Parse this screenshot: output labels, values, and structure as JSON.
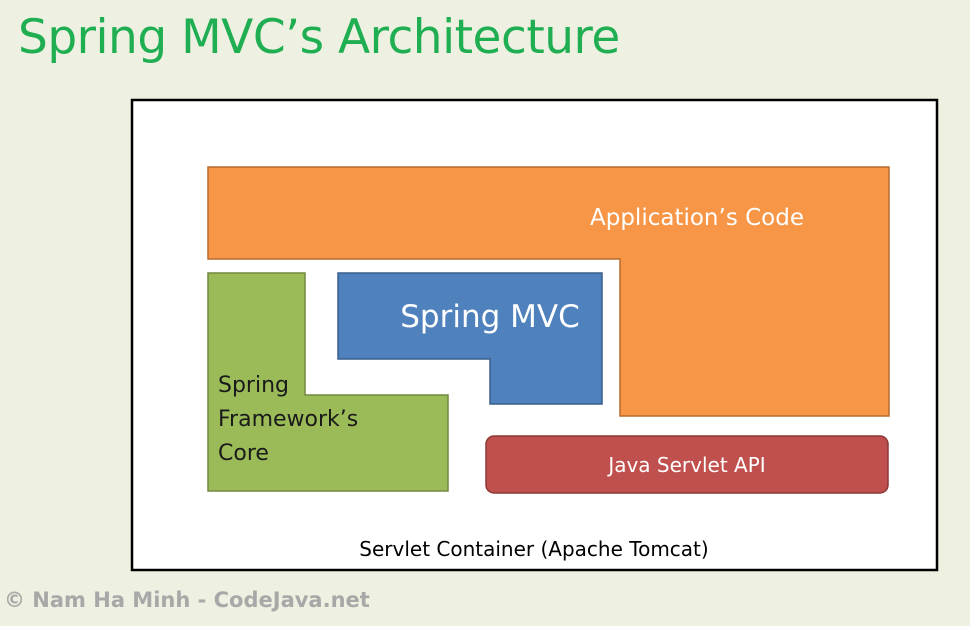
{
  "title": "Spring MVC’s Architecture",
  "diagram": {
    "container_label": "Servlet Container (Apache Tomcat)",
    "application_code_label": "Application’s Code",
    "spring_mvc_label": "Spring MVC",
    "core_label_lines": [
      "Spring",
      "Framework’s",
      "Core"
    ],
    "servlet_api_label": "Java Servlet API"
  },
  "colors": {
    "title": "#1fae52",
    "background": "#eef0e1",
    "application_code": "#f79646",
    "spring_mvc": "#4f81bd",
    "core": "#9bbb59",
    "servlet_api": "#c0504d"
  },
  "footer": "© Nam Ha Minh - CodeJava.net"
}
